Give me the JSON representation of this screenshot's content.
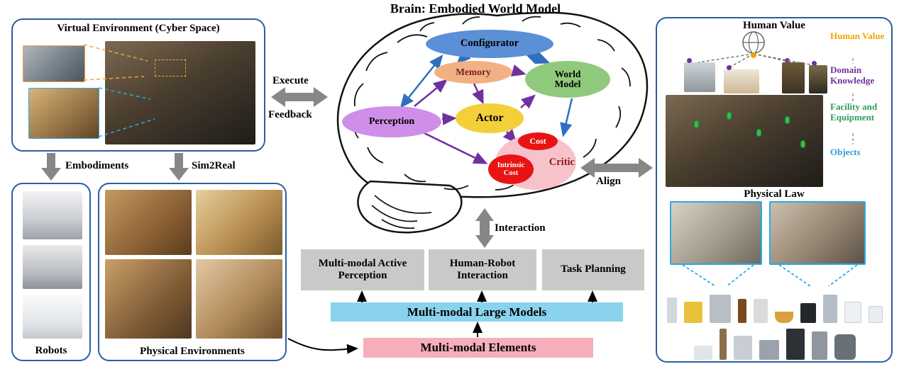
{
  "header": {
    "title": "Brain: Embodied World Model"
  },
  "left_panel": {
    "title": "Virtual Environment (Cyber Space)"
  },
  "flow_labels": {
    "execute": "Execute",
    "feedback": "Feedback",
    "embodiments": "Embodiments",
    "sim2real": "Sim2Real",
    "interaction": "Interaction",
    "align": "Align"
  },
  "robots_panel": {
    "label": "Robots"
  },
  "physical_panel": {
    "label": "Physical Environments"
  },
  "brain": {
    "nodes": {
      "configurator": "Configurator",
      "memory": "Memory",
      "world_model": "World Model",
      "perception": "Perception",
      "actor": "Actor",
      "cost": "Cost",
      "intrinsic_cost": "Intrinsic Cost",
      "critic": "Critic"
    }
  },
  "bottom_modules": [
    {
      "label": "Multi-modal Active Perception"
    },
    {
      "label": "Human-Robot Interaction"
    },
    {
      "label": "Task Planning"
    }
  ],
  "bars": {
    "large_models": "Multi-modal Large Models",
    "elements": "Multi-modal Elements"
  },
  "right_panel": {
    "human_value_title": "Human Value",
    "physical_law_title": "Physical Law",
    "legend": [
      {
        "label": "Human Value",
        "color": "#f0a500"
      },
      {
        "label": "Domain Knowledge",
        "color": "#7030a0"
      },
      {
        "label": "Facility and Equipment",
        "color": "#2e9e5b"
      },
      {
        "label": "Objects",
        "color": "#2e9bd6"
      }
    ]
  },
  "colors": {
    "panel_border": "#2c5f9d",
    "configurator": "#5b8fd6",
    "memory": "#f2b184",
    "world_model": "#8fca7c",
    "perception": "#cf8fe8",
    "actor": "#f3cf3a",
    "critic": "#f8c2cb",
    "cost_red": "#e81414",
    "module_gray": "#c9c9c9",
    "large_models_bar": "#8ad3ee",
    "elements_bar": "#f6aebb",
    "arrow_gray": "#878787",
    "arrow_blue": "#2e6fc0",
    "arrow_purple": "#7030a0",
    "photo_frame_cyan": "#29abe2",
    "connector_orange": "#f2a33c"
  }
}
